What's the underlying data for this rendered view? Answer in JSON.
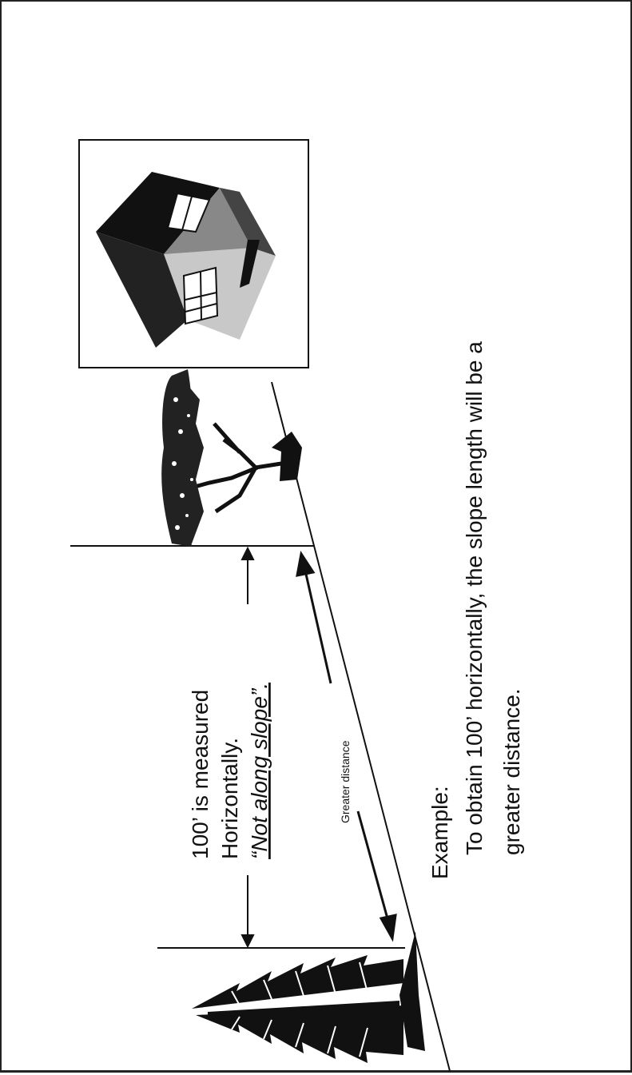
{
  "measurement_note": {
    "line1": "100’ is measured",
    "line2": "Horizontally.",
    "line3": "“Not along slope”."
  },
  "slope_label": "Greater distance",
  "example": {
    "heading": "Example:",
    "line1": "To obtain 100’ horizontally, the slope length will be a",
    "line2": "greater distance."
  },
  "icons": {
    "conifer": "conifer-tree-icon",
    "deciduous": "deciduous-tree-icon",
    "house": "house-icon"
  },
  "colors": {
    "ink": "#111111",
    "paper": "#ffffff"
  }
}
